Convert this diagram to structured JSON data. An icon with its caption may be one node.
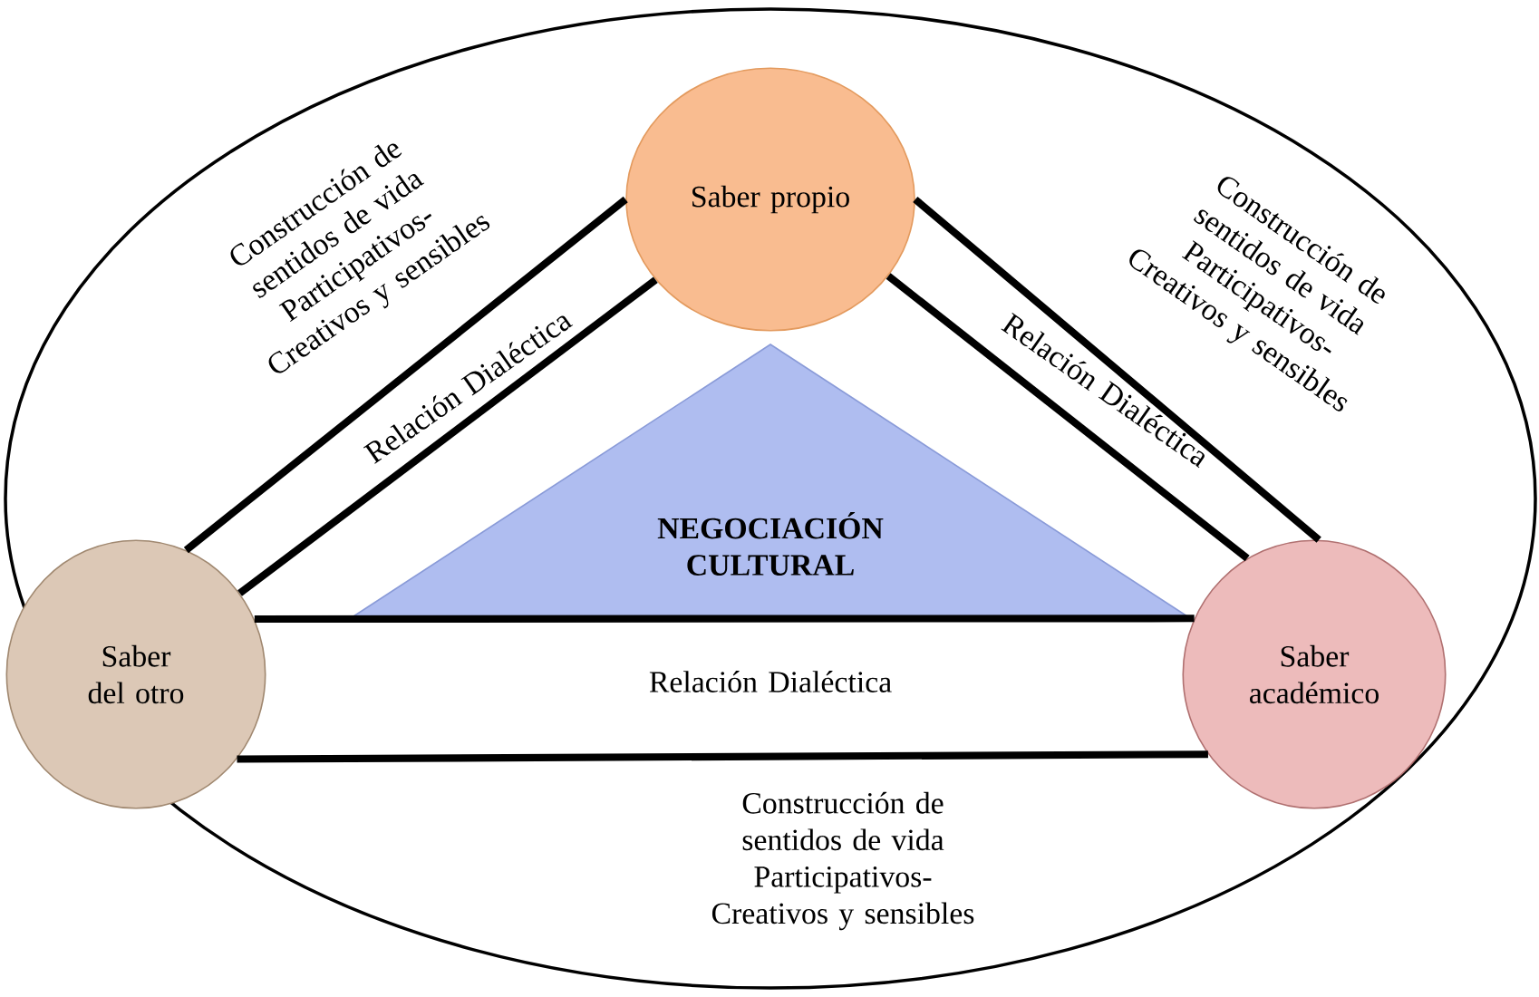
{
  "diagram": {
    "nodes": [
      {
        "text": [
          "Saber propio"
        ]
      },
      {
        "text": [
          "NEGOCIACIÓN CULTURAL"
        ]
      },
      {
        "text": [
          "Saber del otro"
        ]
      },
      {
        "text": [
          "Saber académico"
        ]
      }
    ],
    "edges": [
      {
        "from": 0,
        "to": 2,
        "arrow": "none",
        "label": "Construcción de sentidos de vida Participativos- Creativos y sensibles"
      },
      {
        "from": 0,
        "to": 2,
        "arrow": "none",
        "label": "Relación Dialéctica"
      },
      {
        "from": 0,
        "to": 3,
        "arrow": "none",
        "label": "Construcción de sentidos de vida Participativos- Creativos y sensibles"
      },
      {
        "from": 0,
        "to": 3,
        "arrow": "none",
        "label": "Relación Dialéctica"
      },
      {
        "from": 2,
        "to": 3,
        "arrow": "none",
        "label": "Relación Dialéctica"
      },
      {
        "from": 2,
        "to": 3,
        "arrow": "none",
        "label": "Construcción de sentidos de vida Participativos- Creativos y sensibles"
      }
    ]
  }
}
